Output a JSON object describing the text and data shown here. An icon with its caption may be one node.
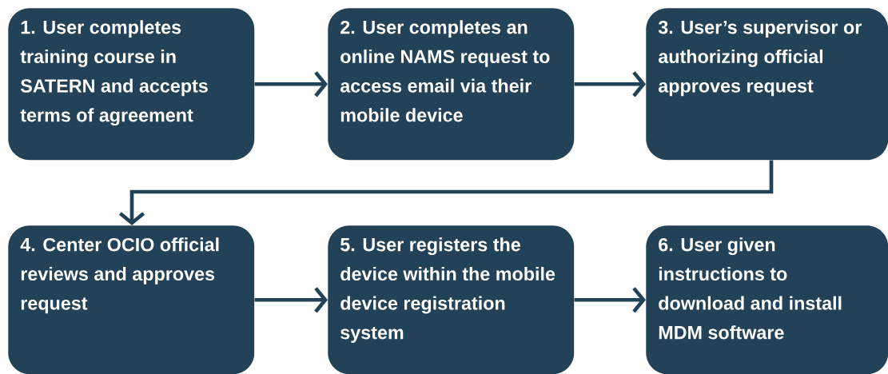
{
  "diagram": {
    "nodes": [
      {
        "text": [
          "1. User completes training course in SATERN and accepts terms of agreement"
        ]
      },
      {
        "text": [
          "2. User completes an online NAMS request to access email via their mobile device"
        ]
      },
      {
        "text": [
          "3. User’s supervisor or authorizing official approves request"
        ]
      },
      {
        "text": [
          "4. Center OCIO official reviews and approves request"
        ]
      },
      {
        "text": [
          "5. User registers the device within the mobile device registration system"
        ]
      },
      {
        "text": [
          "6. User given instructions to download and install MDM software"
        ]
      }
    ],
    "edges": [
      {
        "from": 0,
        "to": 1,
        "arrow": "to"
      },
      {
        "from": 1,
        "to": 2,
        "arrow": "to"
      },
      {
        "from": 2,
        "to": 3,
        "arrow": "to"
      },
      {
        "from": 3,
        "to": 4,
        "arrow": "to"
      },
      {
        "from": 4,
        "to": 5,
        "arrow": "to"
      }
    ]
  }
}
